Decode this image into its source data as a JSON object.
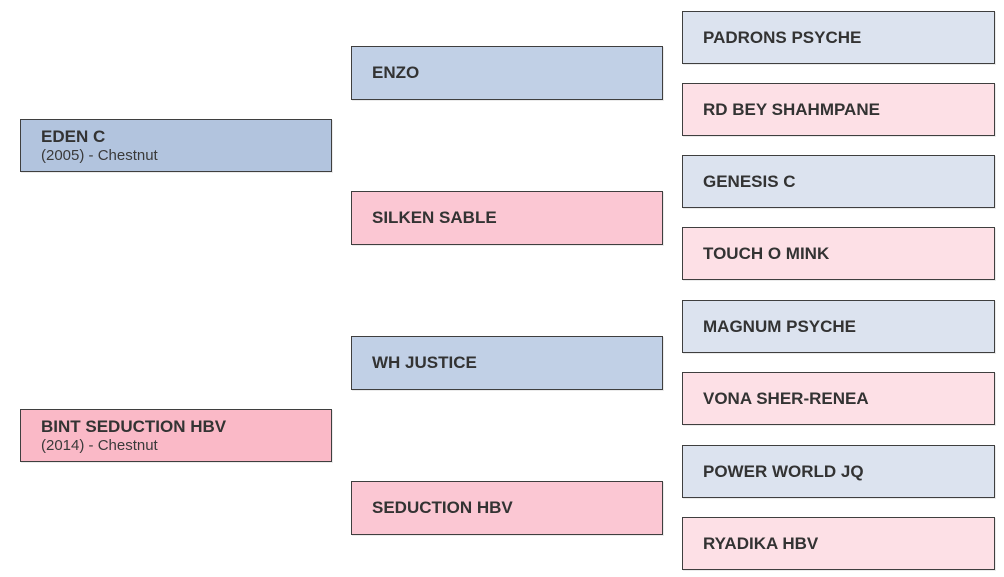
{
  "pedigree": {
    "gen1": [
      {
        "name": "EDEN C",
        "details": "(2005) - Chestnut",
        "sex": "male"
      },
      {
        "name": "BINT SEDUCTION HBV",
        "details": "(2014) - Chestnut",
        "sex": "female"
      }
    ],
    "gen2": [
      {
        "name": "ENZO",
        "sex": "male"
      },
      {
        "name": "SILKEN SABLE",
        "sex": "female"
      },
      {
        "name": "WH JUSTICE",
        "sex": "male"
      },
      {
        "name": "SEDUCTION HBV",
        "sex": "female"
      }
    ],
    "gen3": [
      {
        "name": "PADRONS PSYCHE",
        "sex": "male"
      },
      {
        "name": "RD BEY SHAHMPANE",
        "sex": "female"
      },
      {
        "name": "GENESIS C",
        "sex": "male"
      },
      {
        "name": "TOUCH O MINK",
        "sex": "female"
      },
      {
        "name": "MAGNUM PSYCHE",
        "sex": "male"
      },
      {
        "name": "VONA SHER-RENEA",
        "sex": "female"
      },
      {
        "name": "POWER WORLD JQ",
        "sex": "male"
      },
      {
        "name": "RYADIKA HBV",
        "sex": "female"
      }
    ]
  },
  "colors": {
    "male_gen1": "#b2c4de",
    "male_gen2": "#c1d0e6",
    "male_gen3": "#dce3ef",
    "female_gen1": "#fab9c7",
    "female_gen2": "#fbc7d3",
    "female_gen3": "#fde0e6",
    "border": "#3f3f3f",
    "text": "#333333"
  }
}
